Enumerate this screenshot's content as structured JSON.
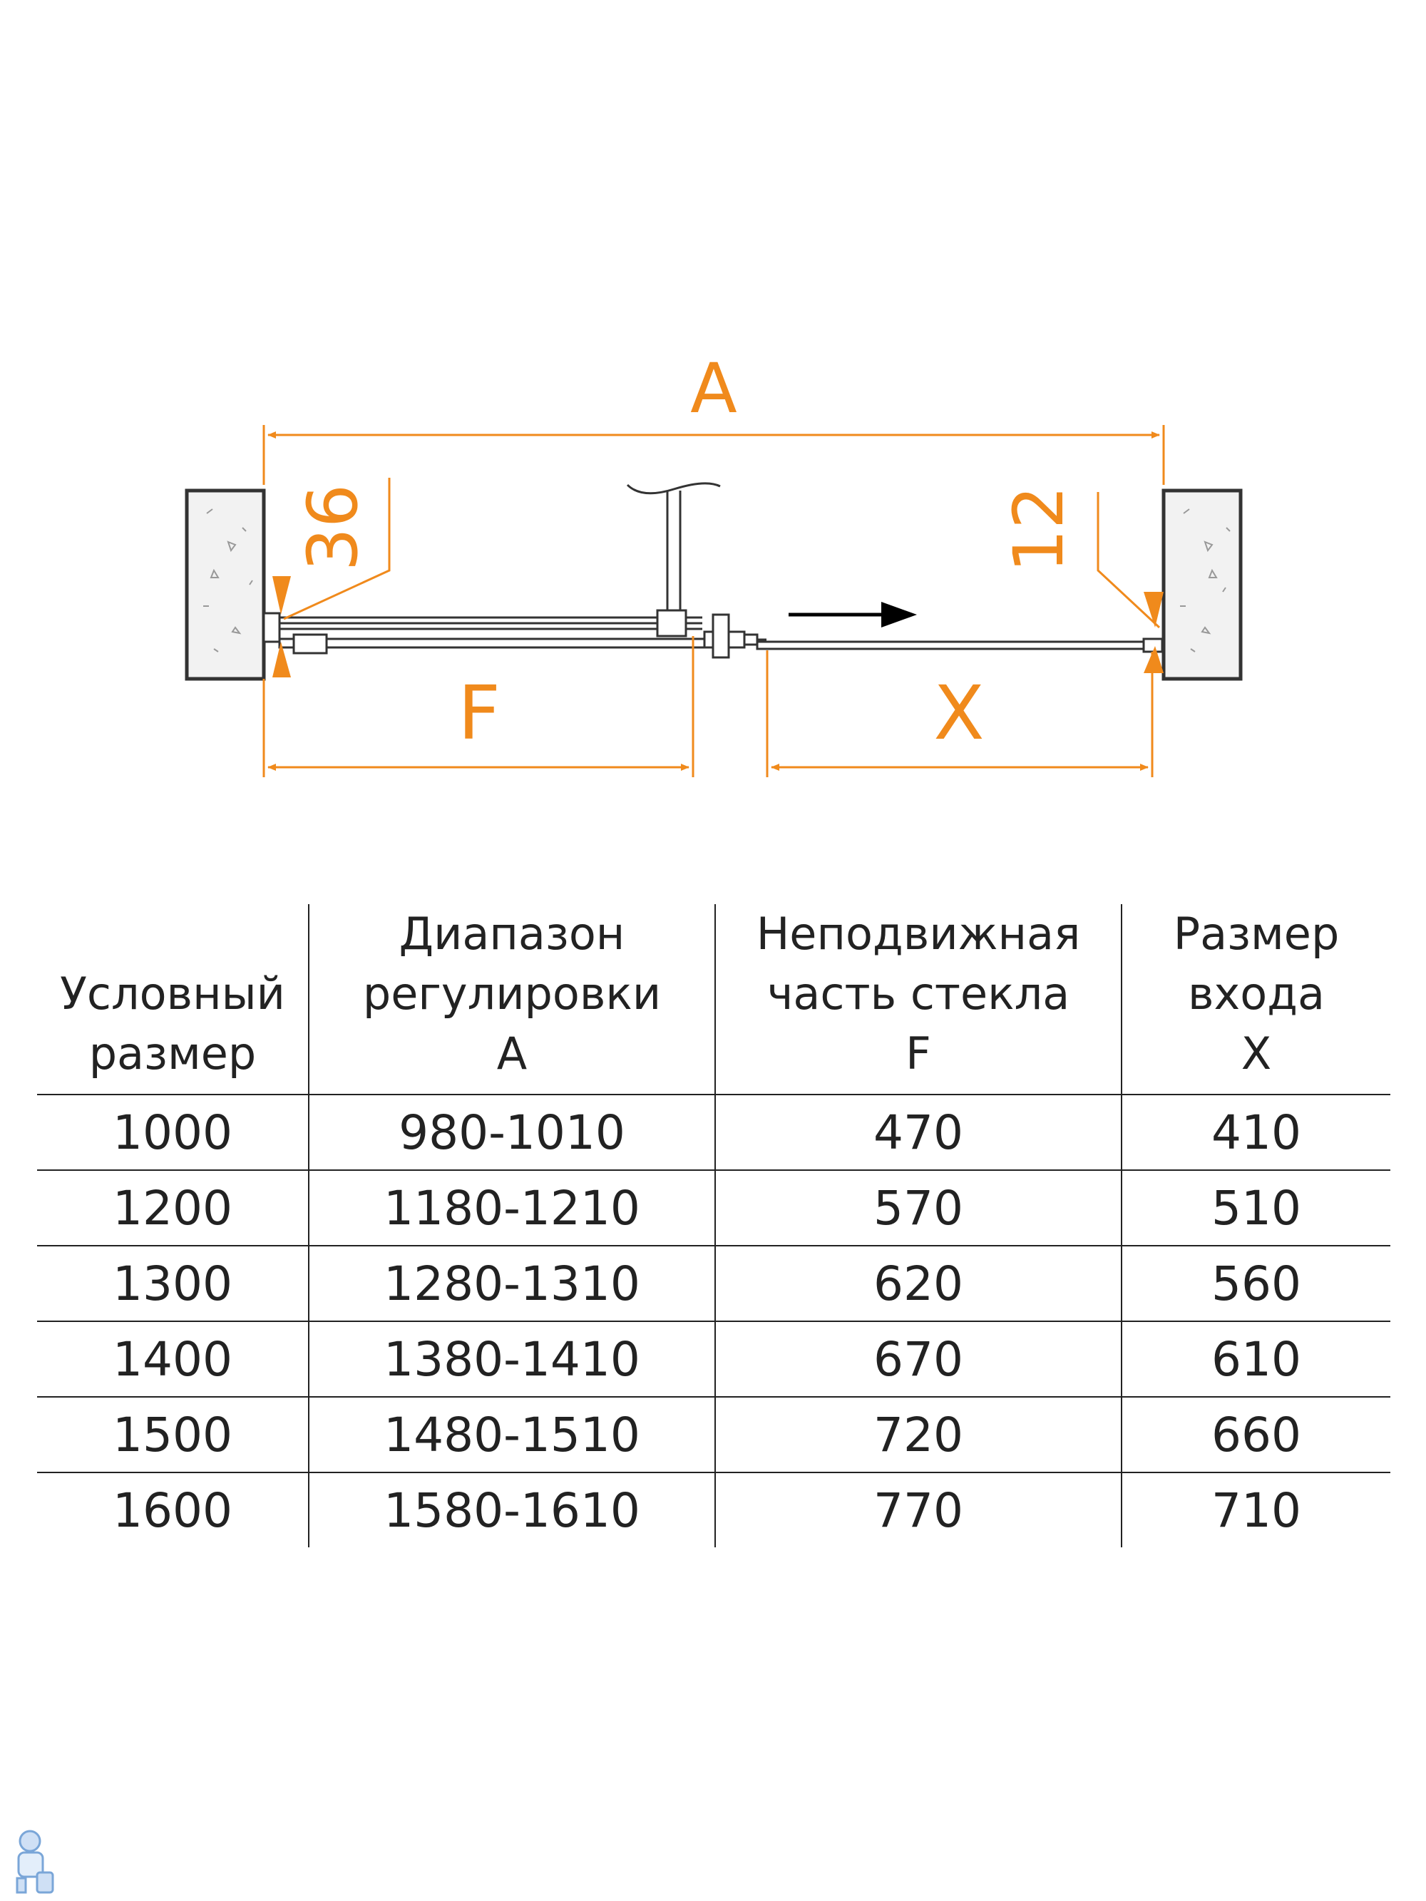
{
  "diagram": {
    "labels": {
      "a": "A",
      "f": "F",
      "x": "X",
      "left_gap": "36",
      "right_gap": "12"
    },
    "colors": {
      "dimension": "#f08a1c",
      "line": "#333333",
      "wall_fill": "#f2f2f2"
    },
    "icons": {
      "direction": "arrow-right-icon"
    }
  },
  "table": {
    "headers": [
      {
        "lines": [
          "Условный",
          "размер"
        ]
      },
      {
        "lines": [
          "Диапазон",
          "регулировки",
          "A"
        ]
      },
      {
        "lines": [
          "Неподвижная",
          "часть стекла",
          "F"
        ]
      },
      {
        "lines": [
          "Размер",
          "входа",
          "X"
        ]
      }
    ],
    "rows": [
      [
        "1000",
        "980-1010",
        "470",
        "410"
      ],
      [
        "1200",
        "1180-1210",
        "570",
        "510"
      ],
      [
        "1300",
        "1280-1310",
        "620",
        "560"
      ],
      [
        "1400",
        "1380-1410",
        "670",
        "610"
      ],
      [
        "1500",
        "1480-1510",
        "720",
        "660"
      ],
      [
        "1600",
        "1580-1610",
        "770",
        "710"
      ]
    ]
  },
  "logo": {
    "icon": "plumber-mascot-icon"
  }
}
